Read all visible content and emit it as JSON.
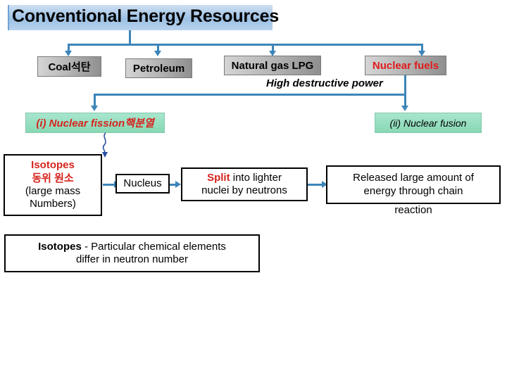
{
  "slide": {
    "title": "Conventional Energy Resources"
  },
  "level1": {
    "boxes": [
      {
        "label": "Coal석탄"
      },
      {
        "label": "Petroleum"
      },
      {
        "label": "Natural gas LPG"
      },
      {
        "label": "Nuclear fuels"
      }
    ]
  },
  "annotations": {
    "high_destructive_power": "High destructive power"
  },
  "level2": {
    "fission": "(i) Nuclear fission핵분열",
    "fusion": "(ii) Nuclear fusion"
  },
  "chain": {
    "isotopes_title": "Isotopes",
    "isotopes_korean": "동위 원소",
    "isotopes_sub1": "(large mass",
    "isotopes_sub2": "Numbers)",
    "nucleus": "Nucleus",
    "split_strong": "Split",
    "split_rest": " into lighter",
    "split_line2": "nuclei by neutrons",
    "released_line1": "Released large amount of",
    "released_line2": "energy through chain",
    "released_line3": "reaction"
  },
  "definition": {
    "strong": "Isotopes",
    "rest": " - Particular chemical elements",
    "line2": "differ in neutron number"
  },
  "colors": {
    "accent_blue": "#3d85b8",
    "title_blue": "#9cc0e4",
    "red": "#d6231e",
    "mint": "#88d8b4",
    "gray": "#b8b8b8"
  }
}
